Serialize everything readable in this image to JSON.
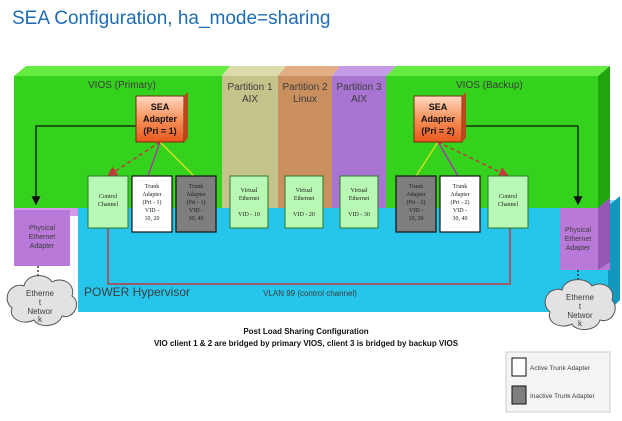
{
  "title": "SEA Configuration, ha_mode=sharing",
  "vios_primary": {
    "label": "VIOS (Primary)",
    "sea": [
      "SEA",
      "Adapter",
      "(Pri = 1)"
    ],
    "control_channel": [
      "Control",
      "Channel"
    ],
    "trunk_active": [
      "Trunk",
      "Adapter",
      "(Pri - 1)",
      "VID -",
      "10, 20"
    ],
    "trunk_inactive": [
      "Trunk",
      "Adapter",
      "(Pri - 1)",
      "VID -",
      "30, 40"
    ],
    "physical_adapter": [
      "Physical",
      "Ethernet",
      "Adapter"
    ]
  },
  "vios_backup": {
    "label": "VIOS (Backup)",
    "sea": [
      "SEA",
      "Adapter",
      "(Pri = 2)"
    ],
    "control_channel": [
      "Control",
      "Channel"
    ],
    "trunk_inactive": [
      "Trunk",
      "Adapter",
      "(Pri - 2)",
      "VID -",
      "10, 20"
    ],
    "trunk_active": [
      "Trunk",
      "Adapter",
      "(Pri - 2)",
      "VID -",
      "30, 40"
    ],
    "physical_adapter": [
      "Physical",
      "Ethernet",
      "Adapter"
    ]
  },
  "partitions": [
    {
      "name": "Partition 1",
      "os": "AIX",
      "adapter": [
        "Virtual",
        "Ethernet"
      ],
      "vid": "VID - 10"
    },
    {
      "name": "Partition 2",
      "os": "Linux",
      "adapter": [
        "Virtual",
        "Ethernet"
      ],
      "vid": "VID - 20"
    },
    {
      "name": "Partition 3",
      "os": "AIX",
      "adapter": [
        "Virtual",
        "Ethernet"
      ],
      "vid": "VID - 30"
    }
  ],
  "hypervisor": {
    "label": "POWER Hypervisor",
    "vlan_label": "VLAN 99 (control channel)"
  },
  "clouds": {
    "left": [
      "Etherne",
      "t",
      "Networ",
      "k"
    ],
    "right": [
      "Etherne",
      "t",
      "Networ",
      "k"
    ]
  },
  "caption": {
    "line1": "Post Load Sharing Configuration",
    "line2": "VIO client 1 & 2 are bridged by primary VIOS, client 3 is bridged by backup VIOS"
  },
  "legend": {
    "active": "Active Trunk Adapter",
    "inactive": "Inactive Trunk Adapter"
  },
  "colors": {
    "title": "#1f6cb5",
    "vios_green": "#35d21d",
    "vios_top": "#64ec42",
    "hypervisor_cyan": "#26c6ec",
    "partition1": "#c4c48a",
    "partition2": "#c98f5e",
    "partition3": "#a774d1",
    "physical_adapter": "#b979d8",
    "sea_orange": "#f47a3a",
    "control_channel_green": "#b9f7b4",
    "inactive_trunk_gray": "#7e7e7e",
    "vlan_line": "#c2383c"
  }
}
